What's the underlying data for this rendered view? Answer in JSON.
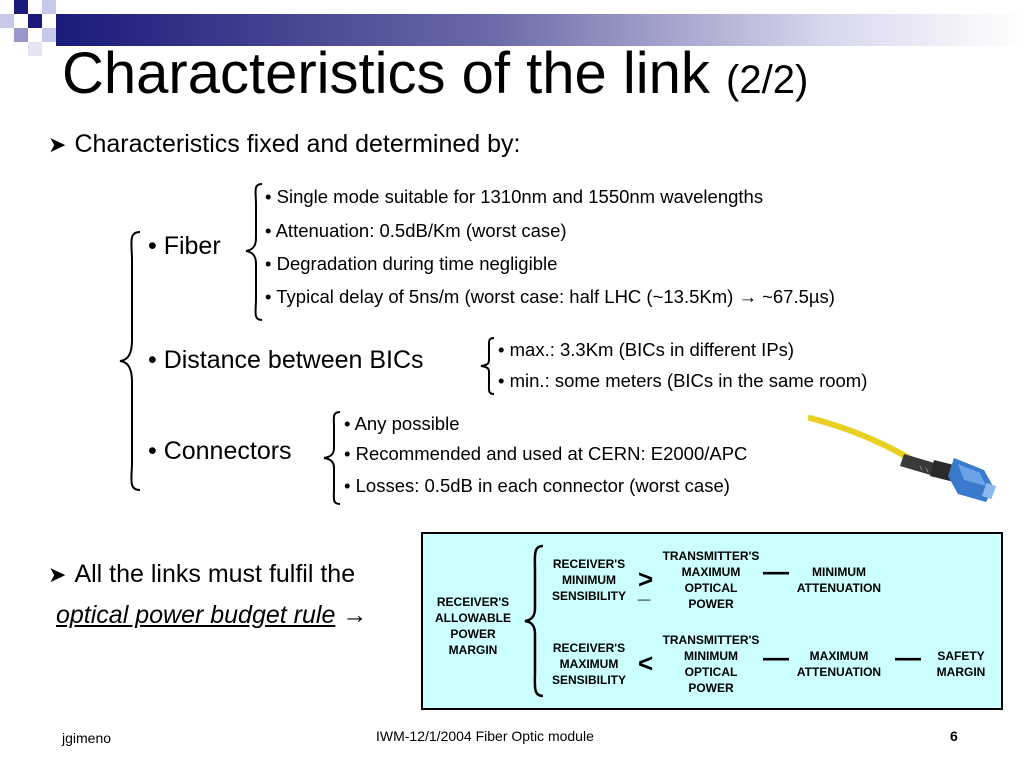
{
  "slide": {
    "title": "Characteristics of the link",
    "title_suffix": "(2/2)",
    "bullet1": "Characteristics fixed and determined by:",
    "fiber": {
      "label": "• Fiber",
      "items": [
        "• Single mode suitable for 1310nm and 1550nm wavelengths",
        "• Attenuation: 0.5dB/Km (worst case)",
        "• Degradation during time negligible",
        "• Typical delay of 5ns/m (worst case: half LHC (~13.5Km) → ~67.5µs)"
      ]
    },
    "distance": {
      "label": "• Distance between BICs",
      "items": [
        "• max.: 3.3Km (BICs in different IPs)",
        "• min.: some meters (BICs in the same room)"
      ]
    },
    "connectors": {
      "label": "• Connectors",
      "items": [
        "• Any possible",
        "• Recommended and used at CERN: E2000/APC",
        "• Losses: 0.5dB in each connector (worst case)"
      ]
    },
    "bullet2_line1": "All the links must fulfil the",
    "bullet2_line2": "optical power budget rule",
    "bullet2_arrow": "→",
    "budget": {
      "margin": "RECEIVER'S\nALLOWABLE\nPOWER\nMARGIN",
      "row1": {
        "receiver": "RECEIVER'S\nMINIMUM\nSENSIBILITY",
        "op": ">",
        "transmitter": "TRANSMITTER'S\nMAXIMUM\nOPTICAL\nPOWER",
        "minus": "—",
        "attenuation": "MINIMUM\nATTENUATION"
      },
      "row2": {
        "receiver": "RECEIVER'S\nMAXIMUM\nSENSIBILITY",
        "op": "<",
        "transmitter": "TRANSMITTER'S\nMINIMUM\nOPTICAL\nPOWER",
        "minus": "—",
        "attenuation": "MAXIMUM\nATTENUATION",
        "minus2": "—",
        "safety": "SAFETY\nMARGIN"
      }
    },
    "footer": {
      "author": "jgimeno",
      "event": "IWM-12/1/2004  Fiber Optic module",
      "page": "6"
    }
  }
}
